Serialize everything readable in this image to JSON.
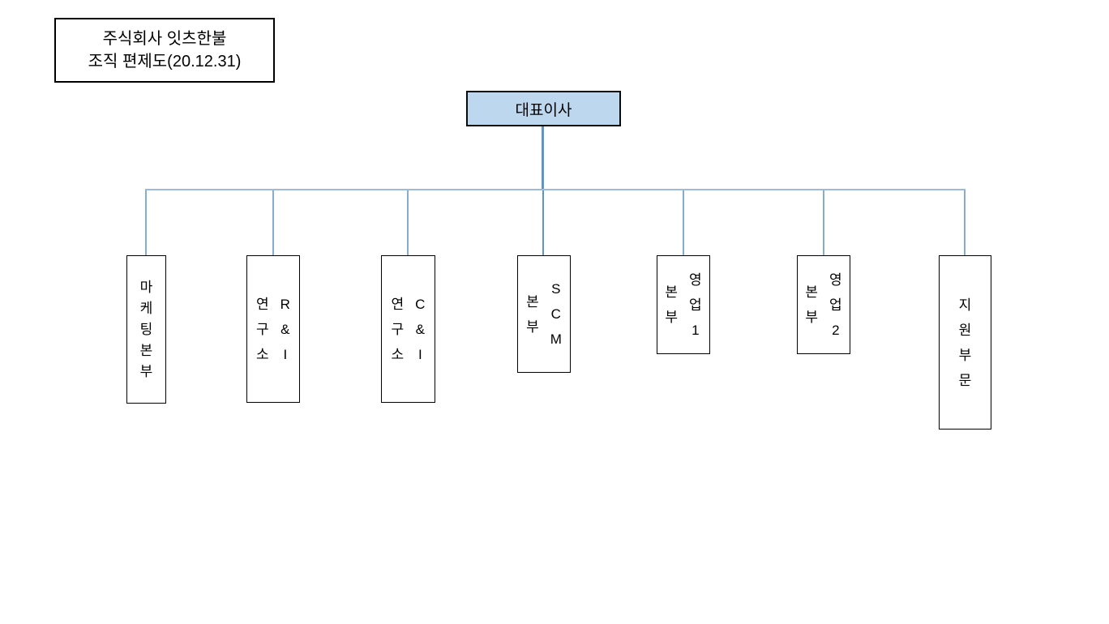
{
  "title_box": {
    "line1": "주식회사 잇츠한불",
    "line2": "조직 편제도(20.12.31)"
  },
  "ceo": {
    "label": "대표이사"
  },
  "departments": [
    {
      "name": "마케팅본부",
      "columns": [
        "마케팅본부"
      ]
    },
    {
      "name": "R&I 연구소",
      "columns": [
        "연구소",
        "R&I"
      ]
    },
    {
      "name": "C&I 연구소",
      "columns": [
        "연구소",
        "C&I"
      ]
    },
    {
      "name": "SCM 본부",
      "columns": [
        "본부",
        "SCM"
      ]
    },
    {
      "name": "영업1 본부",
      "columns": [
        "본부",
        "영업1"
      ]
    },
    {
      "name": "영업2 본부",
      "columns": [
        "본부",
        "영업2"
      ]
    },
    {
      "name": "지원부문",
      "columns": [
        "지원부문"
      ]
    }
  ],
  "colors": {
    "ceo_fill": "#BDD7EE",
    "stem": "#5E97C6",
    "horizontal_line": "#9DBBD8",
    "branch_line": "#85ACCF",
    "box_border": "#000000",
    "background": "#FFFFFF"
  }
}
